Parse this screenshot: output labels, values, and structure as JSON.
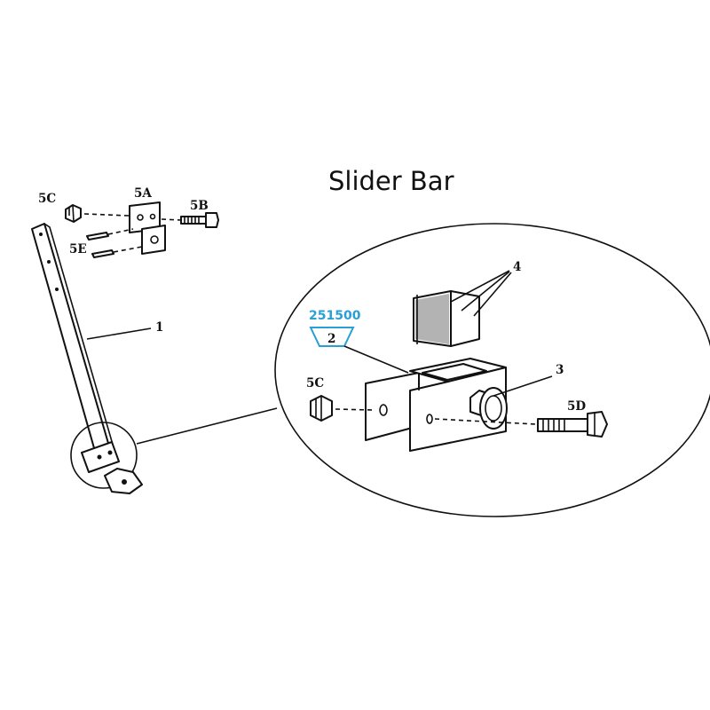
{
  "title": "Slider Bar",
  "part_number": "251500",
  "colors": {
    "accent": "#2a9fd6",
    "ink": "#111111"
  },
  "labels": {
    "l1": "1",
    "l2": "2",
    "l3": "3",
    "l4": "4",
    "l5a": "5A",
    "l5b": "5B",
    "l5c_top": "5C",
    "l5e": "5E",
    "l5c_detail": "5C",
    "l5d": "5D"
  }
}
